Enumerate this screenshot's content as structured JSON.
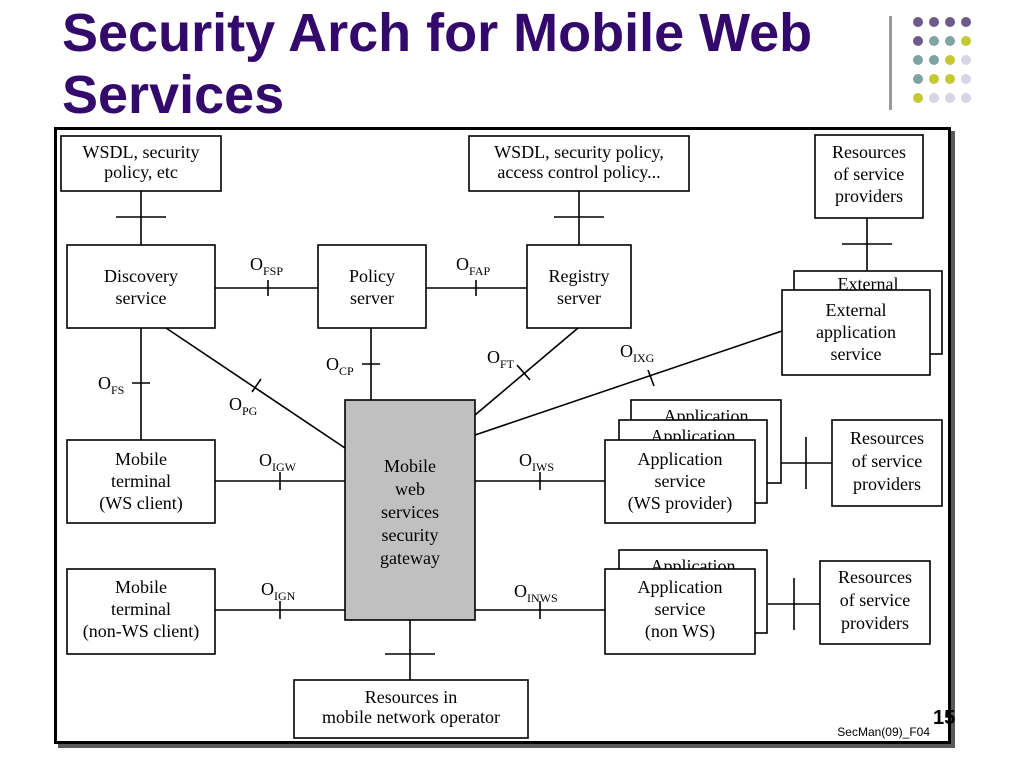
{
  "slide": {
    "title_lines": [
      "Security Arch for Mobile Web",
      "Services"
    ],
    "page_number": "15"
  },
  "figure": {
    "id_label": "SecMan(09)_F04",
    "boxes": {
      "wsdl_left": [
        "WSDL, security",
        "policy, etc"
      ],
      "wsdl_mid": [
        "WSDL, security policy,",
        "access control policy..."
      ],
      "resources_top": [
        "Resources",
        "of service",
        "providers"
      ],
      "discovery": [
        "Discovery",
        "service"
      ],
      "policy": [
        "Policy",
        "server"
      ],
      "registry": [
        "Registry",
        "server"
      ],
      "external_back": [
        "External"
      ],
      "external": [
        "External",
        "application",
        "service"
      ],
      "mobile_ws": [
        "Mobile",
        "terminal",
        "(WS client)"
      ],
      "mobile_nonws": [
        "Mobile",
        "terminal",
        "(non-WS client)"
      ],
      "gateway": [
        "Mobile",
        "web",
        "services",
        "security",
        "gateway"
      ],
      "app_back_ws_1": [
        "Application"
      ],
      "app_back_ws_2": [
        "Application"
      ],
      "app_ws": [
        "Application",
        "service",
        "(WS provider)"
      ],
      "app_back_nonws": [
        "Application"
      ],
      "app_nonws": [
        "Application",
        "service",
        "(non WS)"
      ],
      "resources_ws": [
        "Resources",
        "of service",
        "providers"
      ],
      "resources_nonws": [
        "Resources",
        "of service",
        "providers"
      ],
      "resources_operator": [
        "Resources in",
        "mobile network operator"
      ]
    },
    "interfaces": {
      "o_fsp": {
        "main": "O",
        "sub": "FSP"
      },
      "o_fap": {
        "main": "O",
        "sub": "FAP"
      },
      "o_cp": {
        "main": "O",
        "sub": "CP"
      },
      "o_ft": {
        "main": "O",
        "sub": "FT"
      },
      "o_ixg": {
        "main": "O",
        "sub": "IXG"
      },
      "o_fs": {
        "main": "O",
        "sub": "FS"
      },
      "o_pg": {
        "main": "O",
        "sub": "PG"
      },
      "o_igw": {
        "main": "O",
        "sub": "IGW"
      },
      "o_iws": {
        "main": "O",
        "sub": "IWS"
      },
      "o_ign": {
        "main": "O",
        "sub": "IGN"
      },
      "o_inws": {
        "main": "O",
        "sub": "INWS"
      }
    }
  },
  "colors": {
    "title": "#330a6b",
    "gateway_fill": "#c0c0c0",
    "dot_purple": "#6b5a8a",
    "dot_teal": "#7fa3a3",
    "dot_yellow": "#c4c832",
    "dot_lavender": "#d6d6e6"
  }
}
